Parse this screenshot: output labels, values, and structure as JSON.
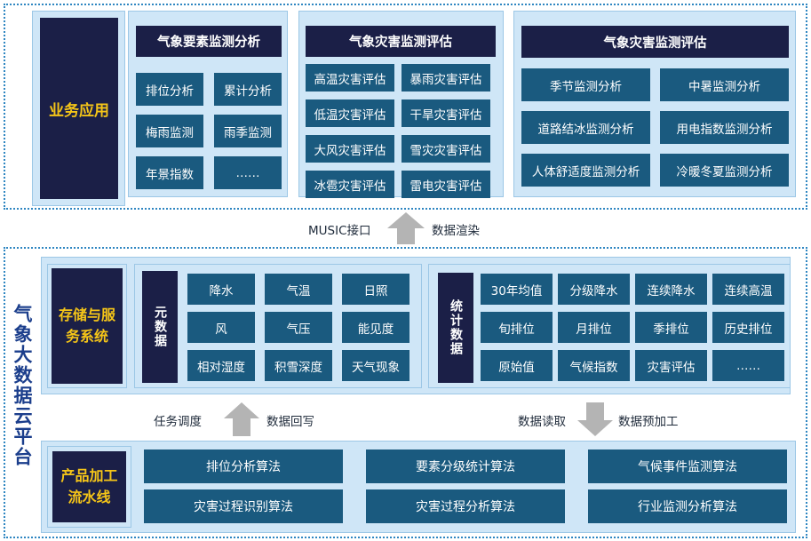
{
  "top": {
    "title": "业务应用",
    "group1": {
      "header": "气象要素监测分析",
      "items": [
        "排位分析",
        "累计分析",
        "梅雨监测",
        "雨季监测",
        "年景指数",
        "……"
      ]
    },
    "group2": {
      "header": "气象灾害监测评估",
      "items": [
        "高温灾害评估",
        "暴雨灾害评估",
        "低温灾害评估",
        "干旱灾害评估",
        "大风灾害评估",
        "雪灾灾害评估",
        "冰雹灾害评估",
        "雷电灾害评估"
      ]
    },
    "group3": {
      "header": "气象灾害监测评估",
      "items": [
        "季节监测分析",
        "中暑监测分析",
        "道路结冰监测分析",
        "用电指数监测分析",
        "人体舒适度监测分析",
        "冷暖冬夏监测分析"
      ]
    }
  },
  "connector_top": {
    "left": "MUSIC接口",
    "right": "数据渲染"
  },
  "platform": {
    "title": "气象大数据云平台",
    "storage": {
      "title": "存储与服务系统",
      "meta": {
        "label": "元数据",
        "items": [
          "降水",
          "气温",
          "日照",
          "风",
          "气压",
          "能见度",
          "相对湿度",
          "积雪深度",
          "天气现象"
        ]
      },
      "stats": {
        "label": "统计数据",
        "items": [
          "30年均值",
          "分级降水",
          "连续降水",
          "连续高温",
          "旬排位",
          "月排位",
          "季排位",
          "历史排位",
          "原始值",
          "气候指数",
          "灾害评估",
          "……"
        ]
      }
    },
    "connector_mid": {
      "left_a": "任务调度",
      "left_b": "数据回写",
      "right_a": "数据读取",
      "right_b": "数据预加工"
    },
    "pipeline": {
      "title": "产品加工流水线",
      "items": [
        "排位分析算法",
        "要素分级统计算法",
        "气候事件监测算法",
        "灾害过程识别算法",
        "灾害过程分析算法",
        "行业监测分析算法"
      ]
    }
  },
  "colors": {
    "navy": "#1b1f47",
    "cell": "#1a5a7f",
    "panel": "#cfe6f7",
    "gold": "#f5c518",
    "border": "#2e86c1"
  }
}
